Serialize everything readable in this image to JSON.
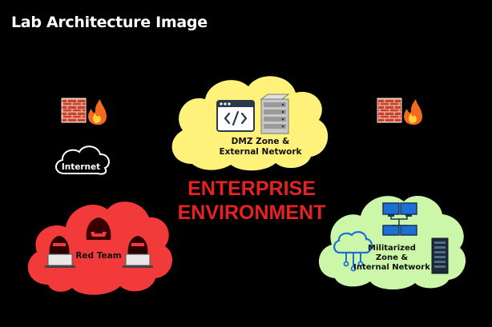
{
  "header": {
    "title": "Lab Architecture Image"
  },
  "dmz": {
    "line1": "DMZ  Zone &",
    "line2": "External Network"
  },
  "internet": {
    "label": "Internet"
  },
  "center": {
    "line1": "ENTERPRISE",
    "line2": "ENVIRONMENT"
  },
  "red_team": {
    "label": "Red Team"
  },
  "militarized": {
    "line1": "Militarized",
    "line2": "Zone &",
    "line3": "Internal Network"
  },
  "colors": {
    "background": "#000000",
    "dmz_cloud": "#fff27a",
    "red_cloud": "#f23a3a",
    "green_cloud": "#ccf7a8",
    "enterprise_text": "#e62222"
  }
}
